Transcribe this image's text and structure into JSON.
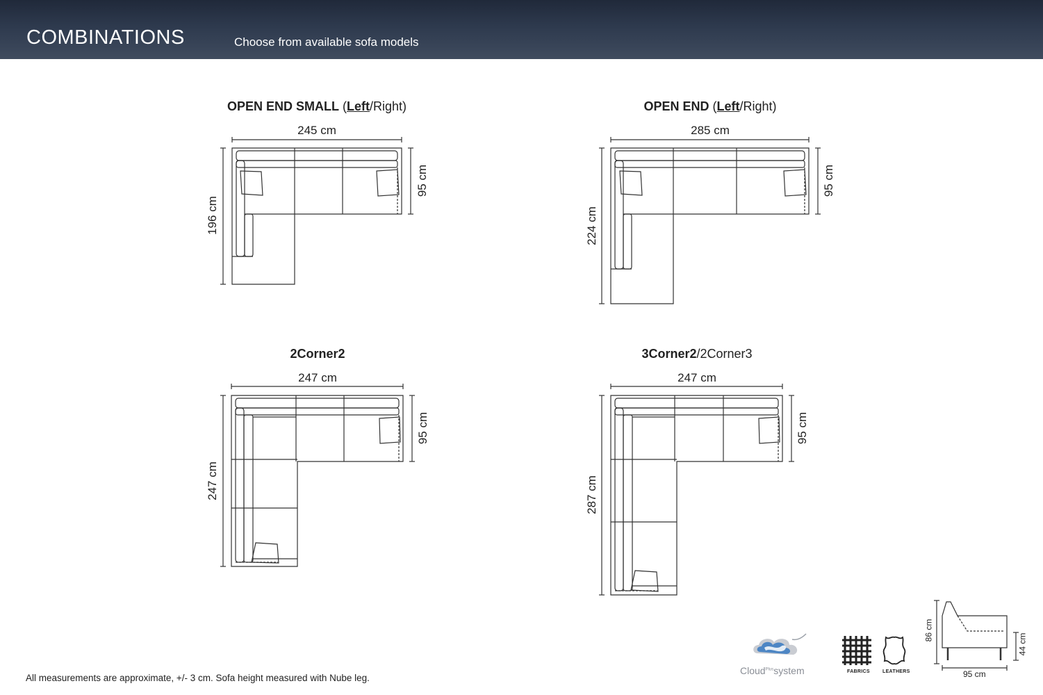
{
  "header": {
    "title": "COMBINATIONS",
    "subtitle": "Choose from available sofa models"
  },
  "models": [
    {
      "title_bold": "OPEN END SMALL",
      "title_open": " (",
      "title_selected": "Left",
      "title_rest": "/Right)",
      "width_label": "245 cm",
      "depth_label": "196 cm",
      "seat_label": "95 cm"
    },
    {
      "title_bold": "OPEN END",
      "title_open": " (",
      "title_selected": "Left",
      "title_rest": "/Right)",
      "width_label": "285 cm",
      "depth_label": "224 cm",
      "seat_label": "95 cm"
    },
    {
      "title_bold": "2Corner2",
      "title_rest": "",
      "width_label": "247 cm",
      "depth_label": "247 cm",
      "seat_label": "95 cm"
    },
    {
      "title_bold": "3Corner2",
      "title_rest": "/2Corner3",
      "width_label": "247 cm",
      "depth_label": "287 cm",
      "seat_label": "95 cm"
    }
  ],
  "footer": {
    "note": "All measurements are approximate, +/- 3 cm. Sofa height measured with Nube leg.",
    "logo_cloud": "Cloud",
    "logo_plus": "Plus",
    "logo_system": "system",
    "fabrics_label": "FABRICS",
    "leathers_label": "LEATHERS",
    "side_height_label": "86 cm",
    "side_seat_height_label": "44 cm",
    "side_depth_label": "95 cm"
  }
}
